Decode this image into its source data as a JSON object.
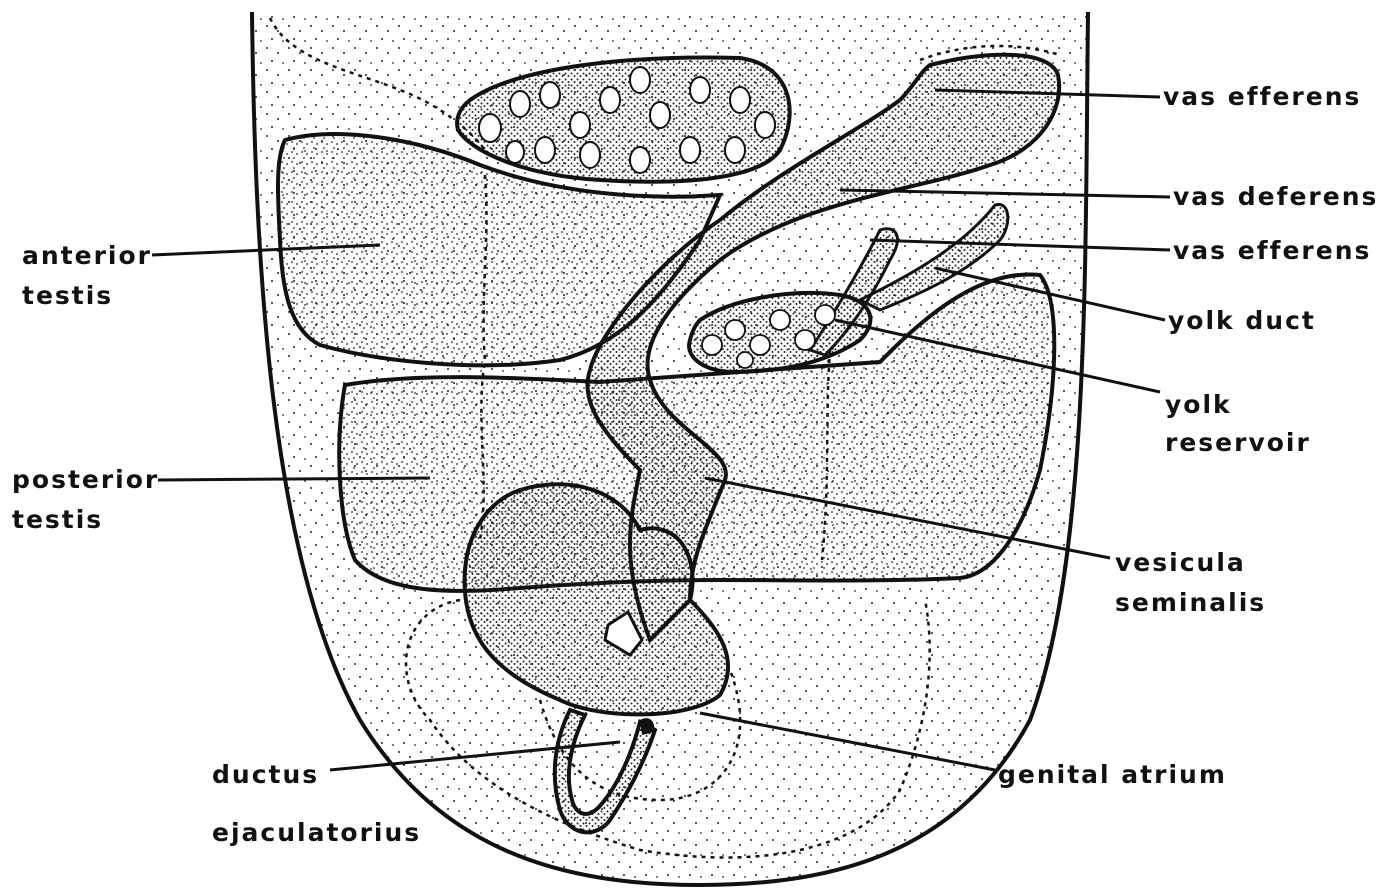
{
  "labels": {
    "vas_efferens_upper": "vas efferens",
    "vas_deferens": "vas deferens",
    "vas_efferens_lower": "vas efferens",
    "yolk_duct": "yolk duct",
    "yolk_reservoir_1": "yolk",
    "yolk_reservoir_2": "reservoir",
    "anterior_testis_1": "anterior",
    "anterior_testis_2": "testis",
    "posterior_testis_1": "posterior",
    "posterior_testis_2": "testis",
    "vesicula_seminalis_1": "vesicula",
    "vesicula_seminalis_2": "seminalis",
    "ductus_ejaculatorius_1": "ductus",
    "ductus_ejaculatorius_2": "ejaculatorius",
    "genital_atrium": "genital atrium"
  },
  "colors": {
    "ink": "#111111",
    "paper": "#ffffff"
  }
}
